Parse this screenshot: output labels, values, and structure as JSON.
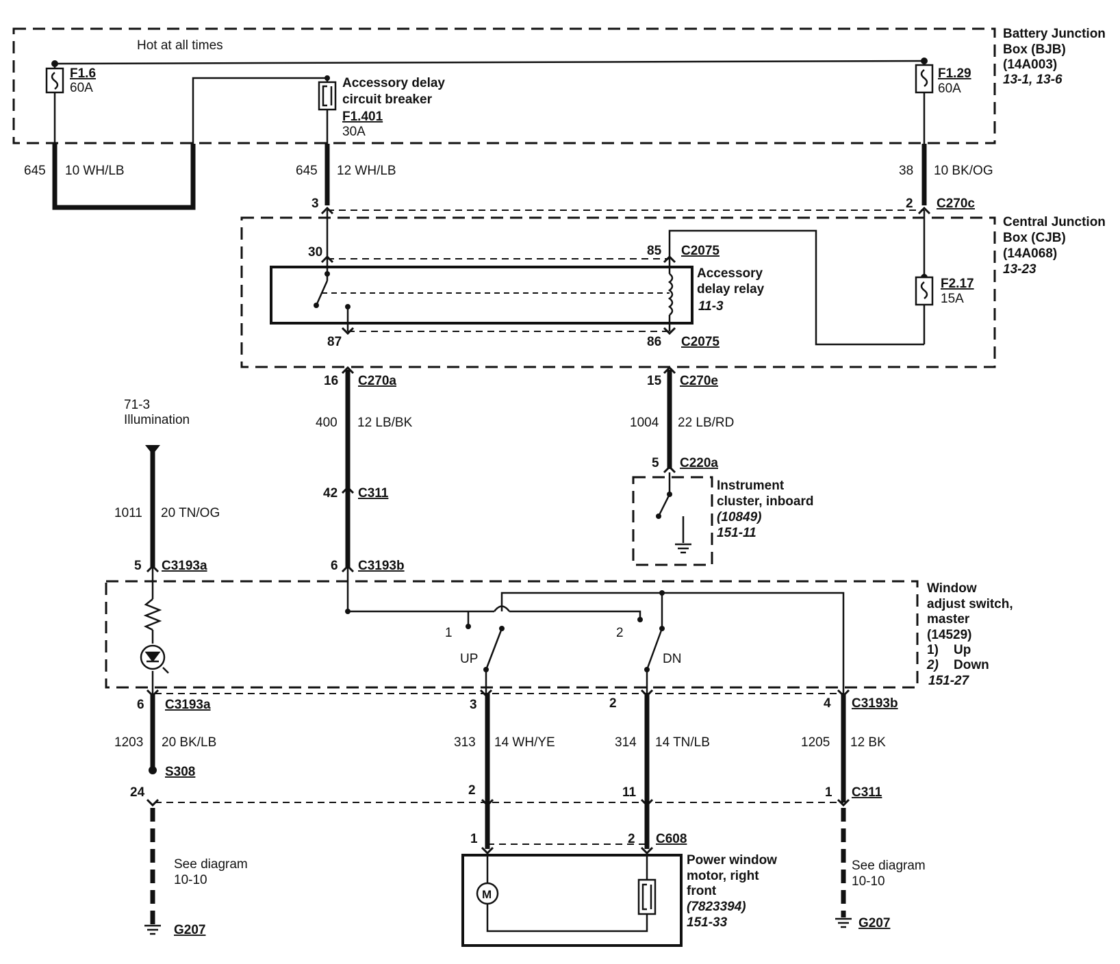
{
  "top_note": "Hot at all times",
  "modules": {
    "bjb": [
      "Battery Junction",
      "Box (BJB)",
      "(14A003)",
      "13-1, 13-6"
    ],
    "cjb": [
      "Central Junction",
      "Box (CJB)",
      "(14A068)",
      "13-23"
    ],
    "relay": [
      "Accessory",
      "delay relay",
      "11-3"
    ],
    "cluster": [
      "Instrument",
      "cluster, inboard",
      "(10849)",
      "151-11"
    ],
    "window_switch": [
      "Window",
      "adjust switch,",
      "master",
      "(14529)",
      "1)",
      "Up",
      "2)",
      "Down",
      "151-27"
    ],
    "motor": [
      "Power window",
      "motor, right",
      "front",
      "(7823394)",
      "151-33"
    ]
  },
  "fuses": {
    "f16": {
      "name": "F1.6",
      "rating": "60A"
    },
    "f129": {
      "name": "F1.29",
      "rating": "60A"
    },
    "f1401": {
      "name": "F1.401",
      "rating": "30A",
      "desc": [
        "Accessory delay",
        "circuit breaker"
      ]
    },
    "f217": {
      "name": "F2.17",
      "rating": "15A"
    }
  },
  "wires": {
    "w1": {
      "circuit": "645",
      "spec": "10  WH/LB"
    },
    "w2": {
      "circuit": "645",
      "spec": "12  WH/LB"
    },
    "w3": {
      "circuit": "38",
      "spec": "10  BK/OG"
    },
    "w4": {
      "circuit": "400",
      "spec": "12  LB/BK"
    },
    "w5": {
      "circuit": "1004",
      "spec": "22  LB/RD"
    },
    "w6": {
      "circuit": "1011",
      "spec": "20  TN/OG"
    },
    "w7": {
      "circuit": "1203",
      "spec": "20  BK/LB"
    },
    "w8": {
      "circuit": "313",
      "spec": "14  WH/YE"
    },
    "w9": {
      "circuit": "314",
      "spec": "14  TN/LB"
    },
    "w10": {
      "circuit": "1205",
      "spec": "12  BK"
    }
  },
  "connectors": {
    "c270c": "C270c",
    "c2075a": "C2075",
    "c2075b": "C2075",
    "c270a": "C270a",
    "c270e": "C270e",
    "c220a": "C220a",
    "c311a": "C311",
    "c3193a_top": "C3193a",
    "c3193b_top": "C3193b",
    "c3193a_bot": "C3193a",
    "c3193b_bot": "C3193b",
    "s308": "S308",
    "c311b": "C311",
    "c608": "C608",
    "g207a": "G207",
    "g207b": "G207"
  },
  "pins": {
    "p3": "3",
    "p2": "2",
    "p30": "30",
    "p85": "85",
    "p87": "87",
    "p86": "86",
    "p16": "16",
    "p15": "15",
    "p5": "5",
    "p42": "42",
    "p5b": "5",
    "p6b": "6",
    "p6c": "6",
    "p3c": "3",
    "p2c": "2",
    "p4c": "4",
    "p24": "24",
    "p2d": "2",
    "p11": "11",
    "p1d": "1",
    "p1e": "1",
    "p2e": "2"
  },
  "switch_labels": {
    "pos1": "1",
    "pos2": "2",
    "up": "UP",
    "dn": "DN"
  },
  "illumination": [
    "71-3",
    "Illumination"
  ],
  "see_diagram_left": [
    "See diagram",
    "10-10"
  ],
  "see_diagram_right": [
    "See diagram",
    "10-10"
  ]
}
